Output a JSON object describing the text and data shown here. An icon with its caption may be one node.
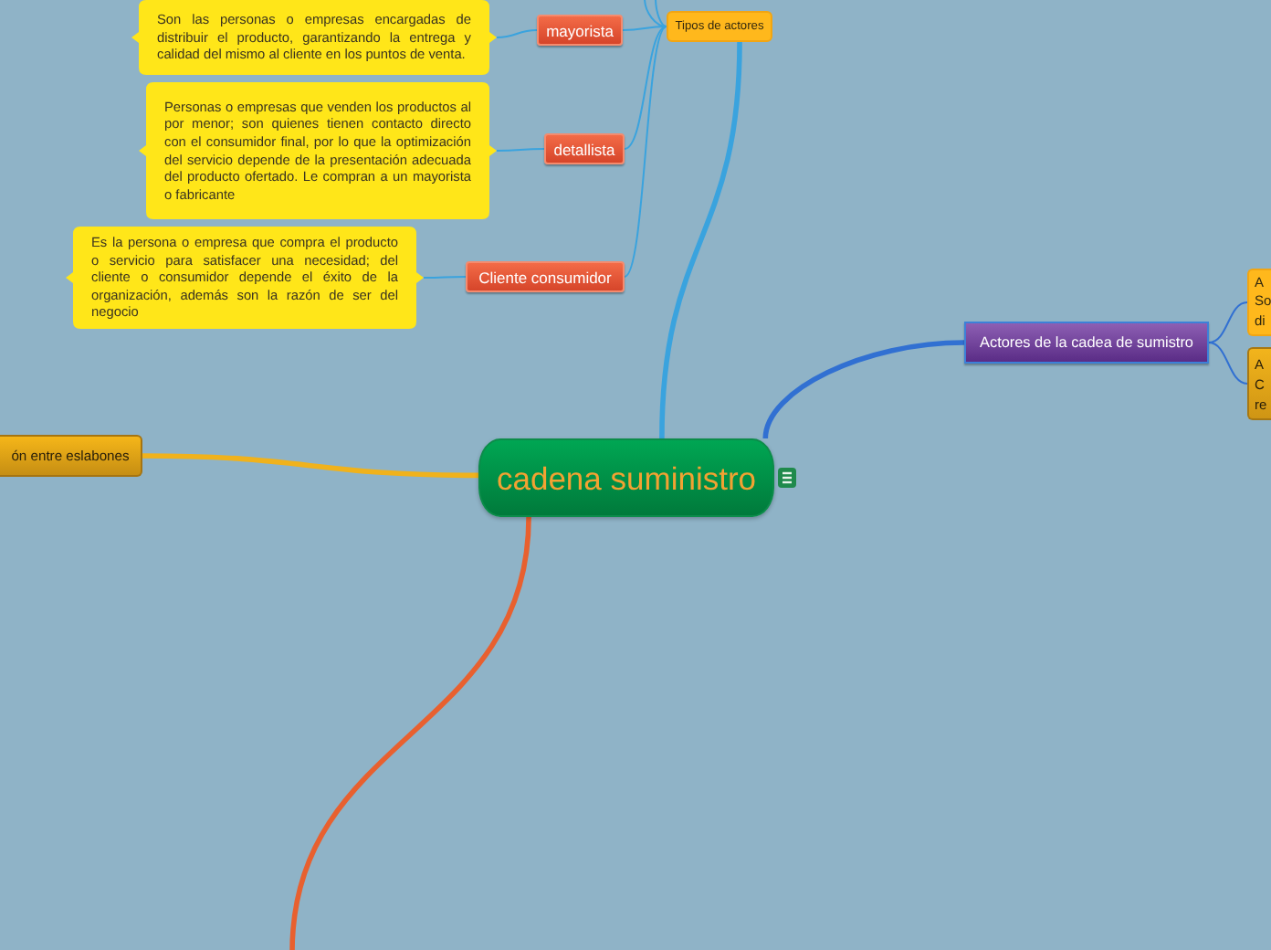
{
  "diagram": {
    "nodes": [
      {
        "text": [
          "Tipos de actores"
        ]
      },
      {
        "text": [
          "Son las personas o empresas encargadas de distribuir el producto, garantizando la entrega y calidad del mismo al cliente en los puntos de venta."
        ]
      },
      {
        "text": [
          "mayorista"
        ]
      },
      {
        "text": [
          "Personas o empresas que venden los productos al por menor; son quienes tienen contacto directo con el consumidor final, por lo que la optimización del servicio depende de la presentación adecuada del producto ofertado. Le compran a un mayorista o fabricante"
        ]
      },
      {
        "text": [
          "detallista"
        ]
      },
      {
        "text": [
          "Es la persona o empresa que compra el producto o servicio para satisfacer una necesidad; del cliente o consumidor depende el éxito de la organización, además son la razón de ser del negocio"
        ]
      },
      {
        "text": [
          "Cliente consumidor"
        ]
      },
      {
        "text": [
          "A So di"
        ]
      },
      {
        "text": [
          "Actores de la cadea de sumistro"
        ]
      },
      {
        "text": [
          "A C re"
        ]
      },
      {
        "text": [
          "ón entre eslabones"
        ]
      },
      {
        "text": [
          "cadena suministro"
        ]
      }
    ],
    "edges": [
      {
        "from": 11,
        "to": 0,
        "arrow": "none",
        "style": "thick"
      },
      {
        "from": 0,
        "to": 2,
        "arrow": "none"
      },
      {
        "from": 0,
        "to": 4,
        "arrow": "none"
      },
      {
        "from": 0,
        "to": 6,
        "arrow": "none"
      },
      {
        "from": 2,
        "to": 1,
        "arrow": "none"
      },
      {
        "from": 4,
        "to": 3,
        "arrow": "none"
      },
      {
        "from": 6,
        "to": 5,
        "arrow": "none"
      },
      {
        "from": 0,
        "to": null,
        "arrow": "none"
      },
      {
        "from": 0,
        "to": null,
        "arrow": "none"
      },
      {
        "from": 11,
        "to": 8,
        "arrow": "none",
        "style": "thick",
        "color": "#3170d2"
      },
      {
        "from": 8,
        "to": 7,
        "arrow": "none",
        "color": "#3170d2"
      },
      {
        "from": 8,
        "to": 9,
        "arrow": "none",
        "color": "#3170d2"
      },
      {
        "from": 11,
        "to": 10,
        "arrow": "none",
        "style": "thick",
        "color": "#f0b21c"
      },
      {
        "from": 11,
        "to": null,
        "arrow": "none",
        "style": "thick",
        "color": "#e8602f"
      }
    ]
  }
}
